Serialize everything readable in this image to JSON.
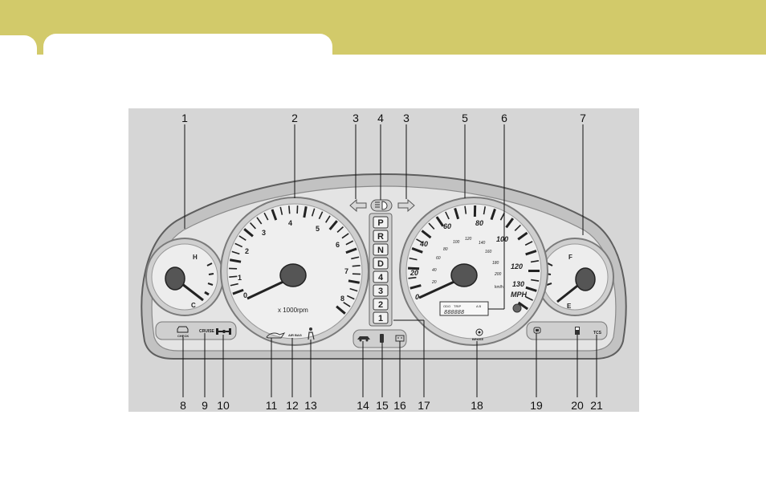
{
  "colors": {
    "banner": "#d2ca6a",
    "page_background": "#ffffff",
    "diagram_background": "#d6d6d6",
    "panel": "#e4e4e4",
    "dark": "#2c2c2c"
  },
  "callouts_top": [
    "1",
    "2",
    "3",
    "4",
    "3",
    "5",
    "6",
    "7"
  ],
  "callouts_bottom": [
    "8",
    "9",
    "10",
    "11",
    "12",
    "13",
    "14",
    "15",
    "16",
    "17",
    "18",
    "19",
    "20",
    "21"
  ],
  "temp_gauge": {
    "high_label": "H",
    "cold_label": "C"
  },
  "fuel_gauge": {
    "full_label": "F",
    "empty_label": "E"
  },
  "tachometer": {
    "ticks": [
      "0",
      "1",
      "2",
      "3",
      "4",
      "5",
      "6",
      "7",
      "8"
    ],
    "unit_label": "x 1000rpm"
  },
  "speedometer": {
    "mph_ticks": [
      "0",
      "20",
      "40",
      "60",
      "80",
      "100",
      "120",
      "130"
    ],
    "kmh_ticks": [
      "20",
      "40",
      "60",
      "80",
      "100",
      "120",
      "140",
      "160",
      "180",
      "200"
    ],
    "mph_label": "MPH",
    "kmh_label": "km/h"
  },
  "gear_indicator": [
    "P",
    "R",
    "N",
    "D",
    "4",
    "3",
    "2",
    "1"
  ],
  "odometer": {
    "odo_label": "ODO",
    "trip_label": "TRIP",
    "ab_label": "A B",
    "digits": "888888"
  },
  "warning_labels": {
    "check": "CHECK",
    "cruise": "CRUISE",
    "air_bag": "AIR BAG",
    "brake": "BRAKE",
    "tcs": "TCS"
  },
  "icons": [
    "check-engine-icon",
    "overdrive-off-icon",
    "oil-pressure-icon",
    "seat-belt-icon",
    "door-ajar-icon",
    "trunk-open-icon",
    "charging-system-icon",
    "brake-warning-icon",
    "high-beam-icon",
    "turn-left-icon",
    "turn-right-icon",
    "low-fuel-icon",
    "immobilizer-icon"
  ]
}
